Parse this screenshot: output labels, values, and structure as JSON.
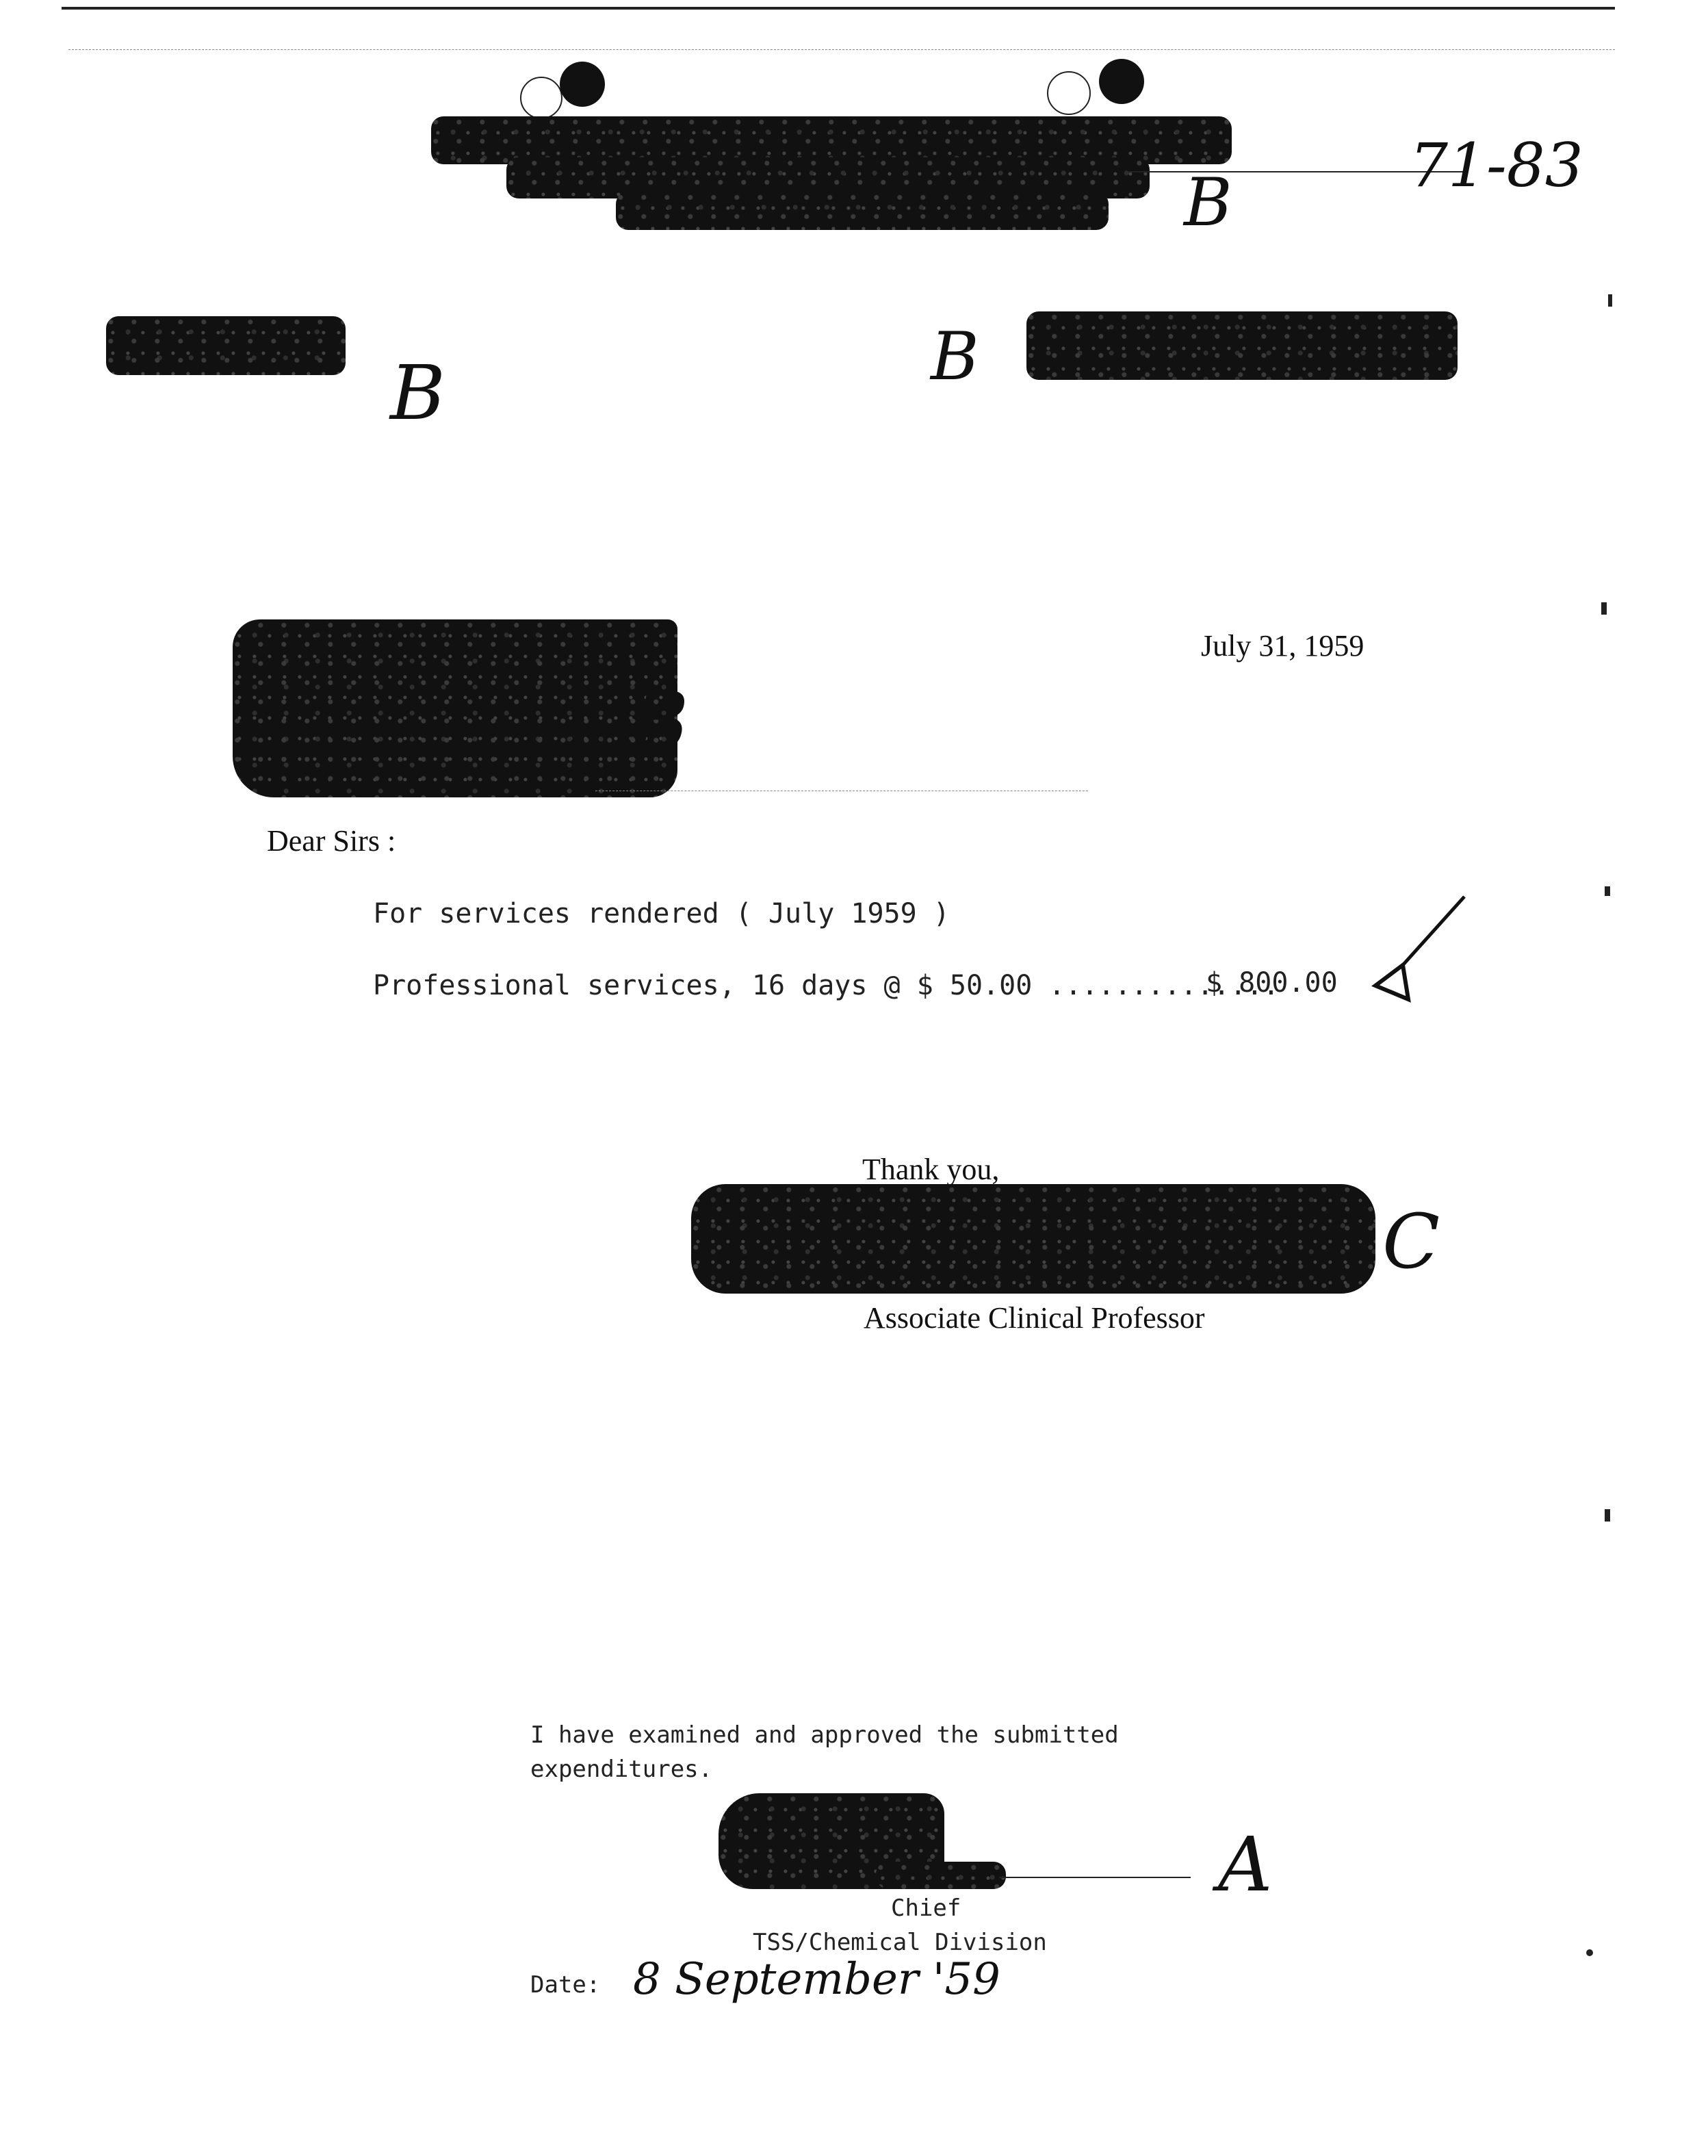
{
  "header": {
    "file_number": "71-83"
  },
  "marks": {
    "b1": "B",
    "b2": "B",
    "b3": "B",
    "b4": "B",
    "c1": "C",
    "a1": "A"
  },
  "letter": {
    "date": "July 31, 1959",
    "salutation": "Dear Sirs :",
    "services_line": "For services rendered ( July 1959 )",
    "item_description": "Professional services, 16 days @ $ 50.00 ..............",
    "item_amount": "$ 800.00",
    "closing": "Thank you,",
    "signer_title": "Associate Clinical Professor"
  },
  "approval": {
    "statement_line1": "I have examined and approved the submitted",
    "statement_line2": "expenditures.",
    "title": "Chief",
    "division": "TSS/Chemical Division",
    "date_label": "Date:",
    "date_value": "8 September '59"
  }
}
